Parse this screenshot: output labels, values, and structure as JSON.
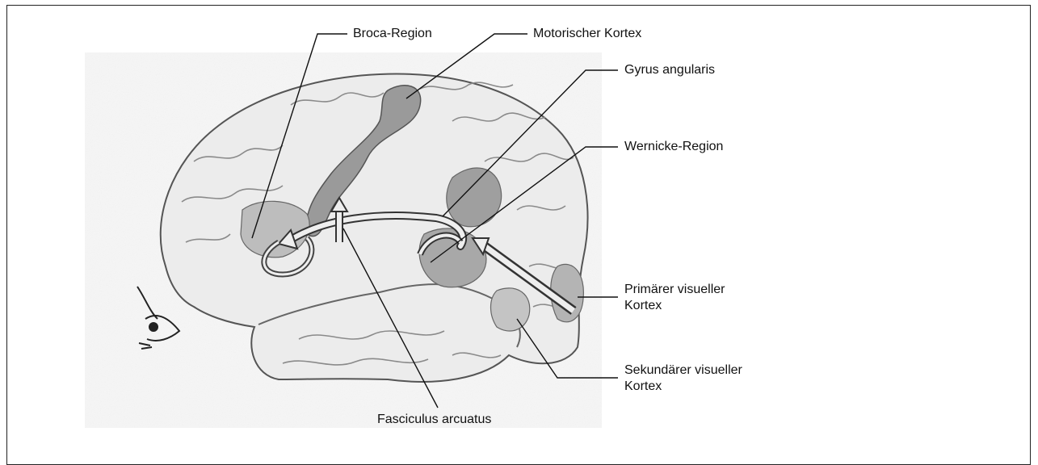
{
  "diagram": {
    "labels": {
      "broca": "Broca-Region",
      "motor": "Motorischer Kortex",
      "angular": "Gyrus angularis",
      "wernicke": "Wernicke-Region",
      "primary_visual_line1": "Primärer visueller",
      "primary_visual_line2": "Kortex",
      "secondary_visual_line1": "Sekundärer visueller",
      "secondary_visual_line2": "Kortex",
      "fasciculus": "Fasciculus arcuatus"
    }
  }
}
